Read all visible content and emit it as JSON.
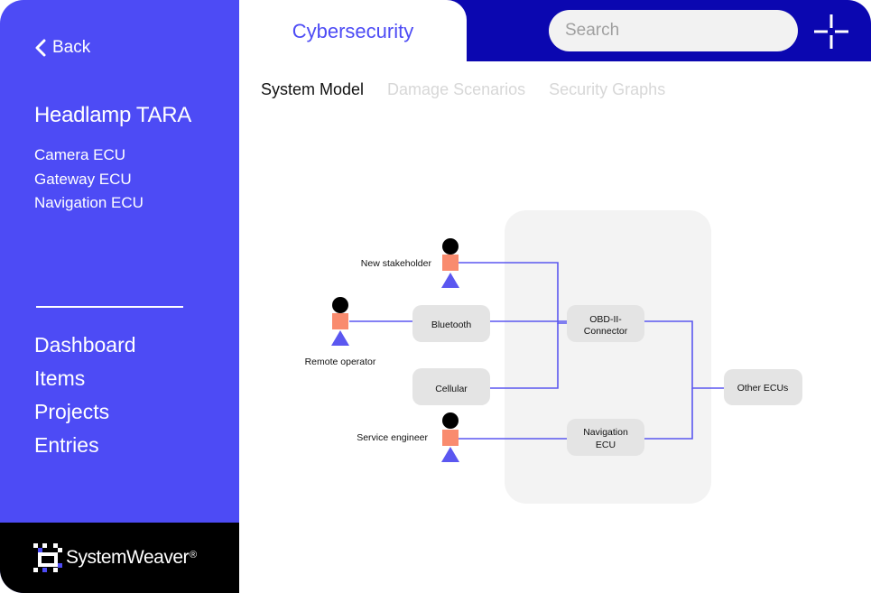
{
  "sidebar": {
    "back_label": "Back",
    "project_title": "Headlamp TARA",
    "ecus": [
      "Camera ECU",
      "Gateway ECU",
      "Navigation ECU"
    ],
    "nav": [
      "Dashboard",
      "Items",
      "Projects",
      "Entries"
    ]
  },
  "brand": {
    "name": "SystemWeaver",
    "mark": "®"
  },
  "header": {
    "active_tab": "Cybersecurity",
    "search_placeholder": "Search"
  },
  "subtabs": {
    "system_model": "System Model",
    "damage_scenarios": "Damage Scenarios",
    "security_graphs": "Security Graphs"
  },
  "diagram": {
    "stakeholders": {
      "new": "New stakeholder",
      "remote": "Remote operator",
      "service": "Service engineer"
    },
    "nodes": {
      "bluetooth": "Bluetooth",
      "cellular": "Cellular",
      "obd_line1": "OBD-II-",
      "obd_line2": "Connector",
      "nav_line1": "Navigation",
      "nav_line2": "ECU",
      "other": "Other ECUs"
    }
  },
  "colors": {
    "sidebar": "#4d4bf5",
    "topbar": "#0b07b0",
    "accent": "#4d4bf5",
    "person_body": "#f98b6e",
    "node_fill": "#e4e4e4",
    "group_fill": "#f3f3f3"
  },
  "icons": {
    "back": "chevron-left-icon",
    "menu": "crosshair-menu-icon",
    "logo": "systemweaver-logo-icon",
    "person": "stakeholder-icon"
  }
}
